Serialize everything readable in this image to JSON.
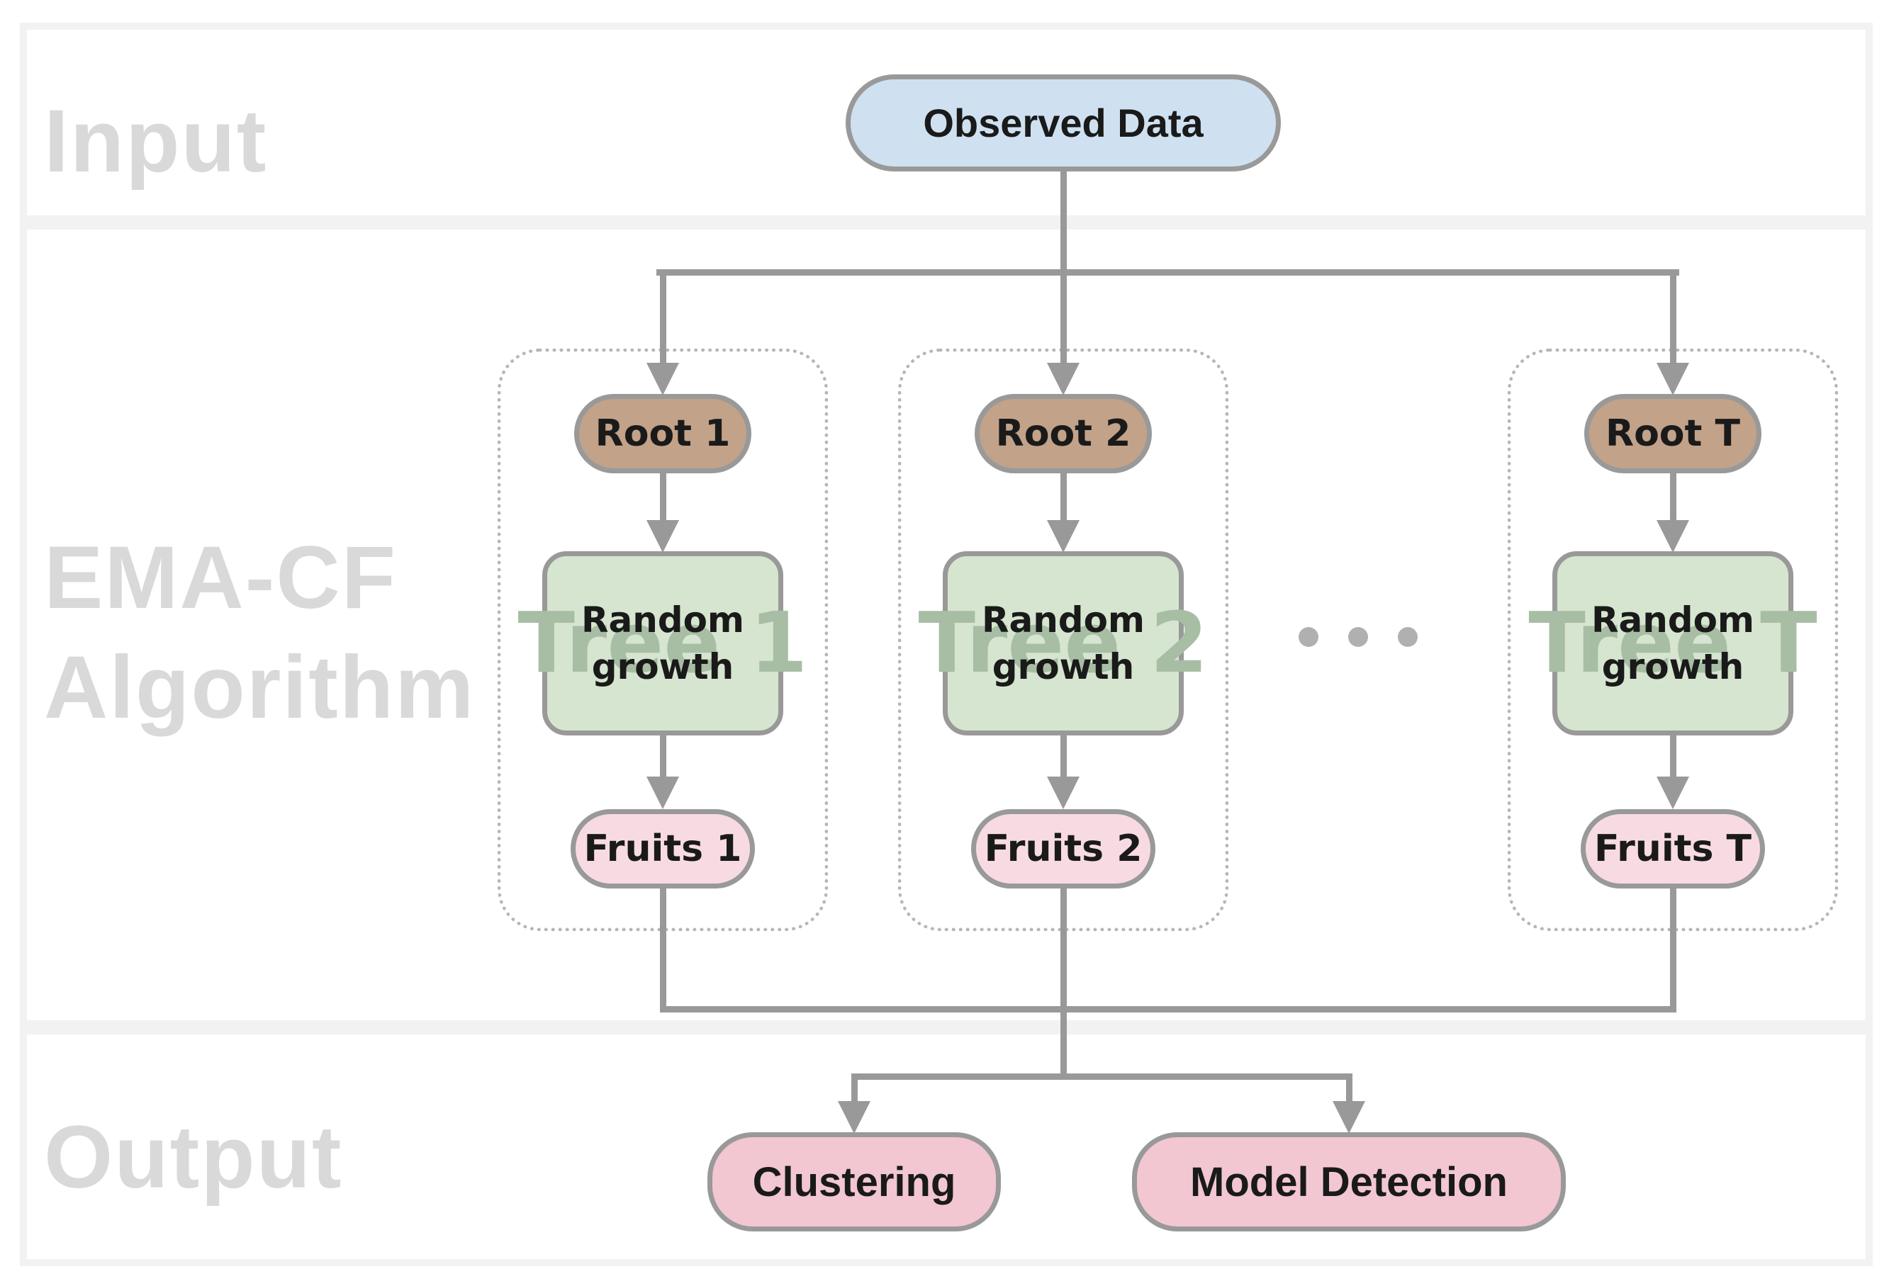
{
  "figure": {
    "sections": {
      "input_label": "Input",
      "algorithm_label": "EMA-CF Algorithm",
      "output_label": "Output"
    },
    "input": {
      "observed_data": "Observed Data"
    },
    "algorithm": {
      "trees": [
        {
          "root": "Root 1",
          "process": "Random growth",
          "watermark": "Tree 1",
          "fruits": "Fruits 1"
        },
        {
          "root": "Root 2",
          "process": "Random growth",
          "watermark": "Tree 2",
          "fruits": "Fruits 2"
        },
        {
          "root": "Root T",
          "process": "Random growth",
          "watermark": "Tree T",
          "fruits": "Fruits T"
        }
      ],
      "ellipsis_icon": "three-dots-horizontal"
    },
    "output": {
      "clustering": "Clustering",
      "model_detection": "Model Detection"
    }
  },
  "colors": {
    "node_blue": "#cfe1f0",
    "node_tan": "#c2a289",
    "node_green": "#d6e5cf",
    "node_pink_light": "#f8dbe2",
    "node_pink": "#f2c7d1",
    "watermark_green": "#a7bea4",
    "line_gray": "#999999",
    "border_gray": "#999999",
    "dotted_gray": "#b6b6b6",
    "label_gray": "#d9d9d9",
    "band_gray": "#f2f2f2",
    "dots_gray": "#b0b0b0",
    "text_dark": "#1a1a1a"
  }
}
